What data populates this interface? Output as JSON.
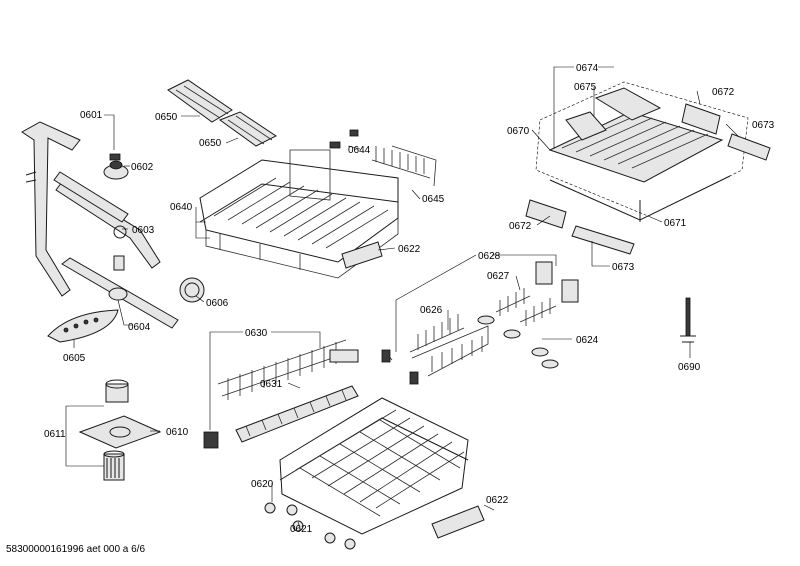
{
  "labels": {
    "l0601": "0601",
    "l0602": "0602",
    "l0603": "0603",
    "l0604": "0604",
    "l0605": "0605",
    "l0606": "0606",
    "l0610": "0610",
    "l0611": "0611",
    "l0620": "0620",
    "l0621": "0621",
    "l0622a": "0622",
    "l0622b": "0622",
    "l0624": "0624",
    "l0626": "0626",
    "l0627": "0627",
    "l0628": "0628",
    "l0630": "0630",
    "l0631": "0631",
    "l0640": "0640",
    "l0644": "0644",
    "l0645": "0645",
    "l0650a": "0650",
    "l0650b": "0650",
    "l0670": "0670",
    "l0671": "0671",
    "l0672a": "0672",
    "l0672b": "0672",
    "l0673a": "0673",
    "l0673b": "0673",
    "l0674": "0674",
    "l0675": "0675",
    "l0690": "0690"
  },
  "footer": "58300000161996 aet 000 a 6/6"
}
